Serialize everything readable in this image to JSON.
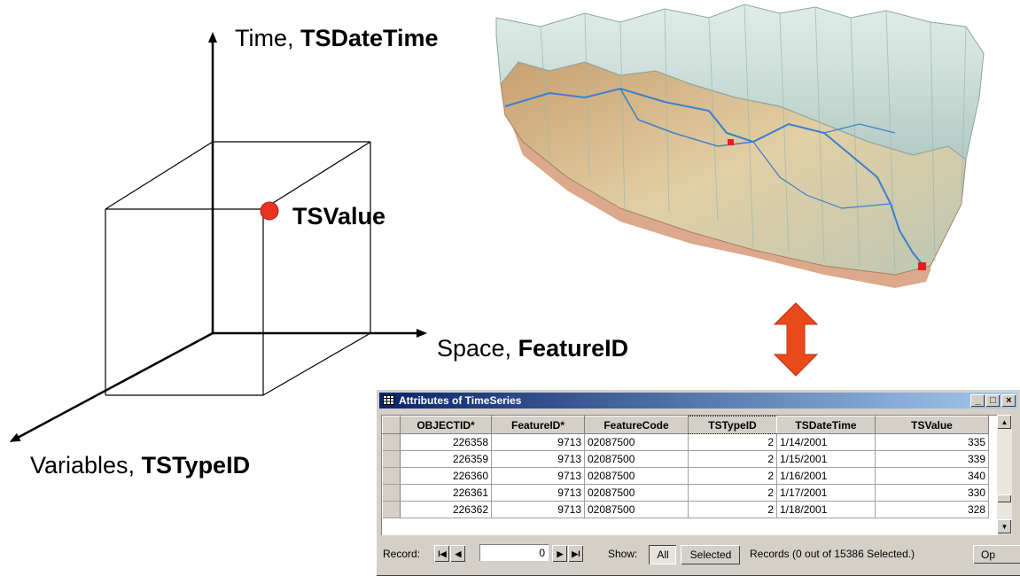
{
  "diagram": {
    "time_label_plain": "Time, ",
    "time_label_bold": "TSDateTime",
    "value_label": "TSValue",
    "space_label_plain": "Space, ",
    "space_label_bold": "FeatureID",
    "variables_label_plain": "Variables, ",
    "variables_label_bold": "TSTypeID",
    "point_color": "#e8341c",
    "arrow_color": "#e84a1a"
  },
  "window": {
    "title": "Attributes of TimeSeries",
    "minimize": "_",
    "maximize": "□",
    "close": "×"
  },
  "table": {
    "columns": [
      "OBJECTID*",
      "FeatureID*",
      "FeatureCode",
      "TSTypeID",
      "TSDateTime",
      "TSValue"
    ],
    "rows": [
      [
        "226358",
        "9713",
        "02087500",
        "2",
        "1/14/2001",
        "335"
      ],
      [
        "226359",
        "9713",
        "02087500",
        "2",
        "1/15/2001",
        "339"
      ],
      [
        "226360",
        "9713",
        "02087500",
        "2",
        "1/16/2001",
        "340"
      ],
      [
        "226361",
        "9713",
        "02087500",
        "2",
        "1/17/2001",
        "330"
      ],
      [
        "226362",
        "9713",
        "02087500",
        "2",
        "1/18/2001",
        "328"
      ]
    ]
  },
  "status": {
    "record_label": "Record:",
    "record_value": "0",
    "show_label": "Show:",
    "all_label": "All",
    "selected_label": "Selected",
    "records_text": "Records  (0 out of 15386 Selected.)",
    "options_label": "Op"
  }
}
